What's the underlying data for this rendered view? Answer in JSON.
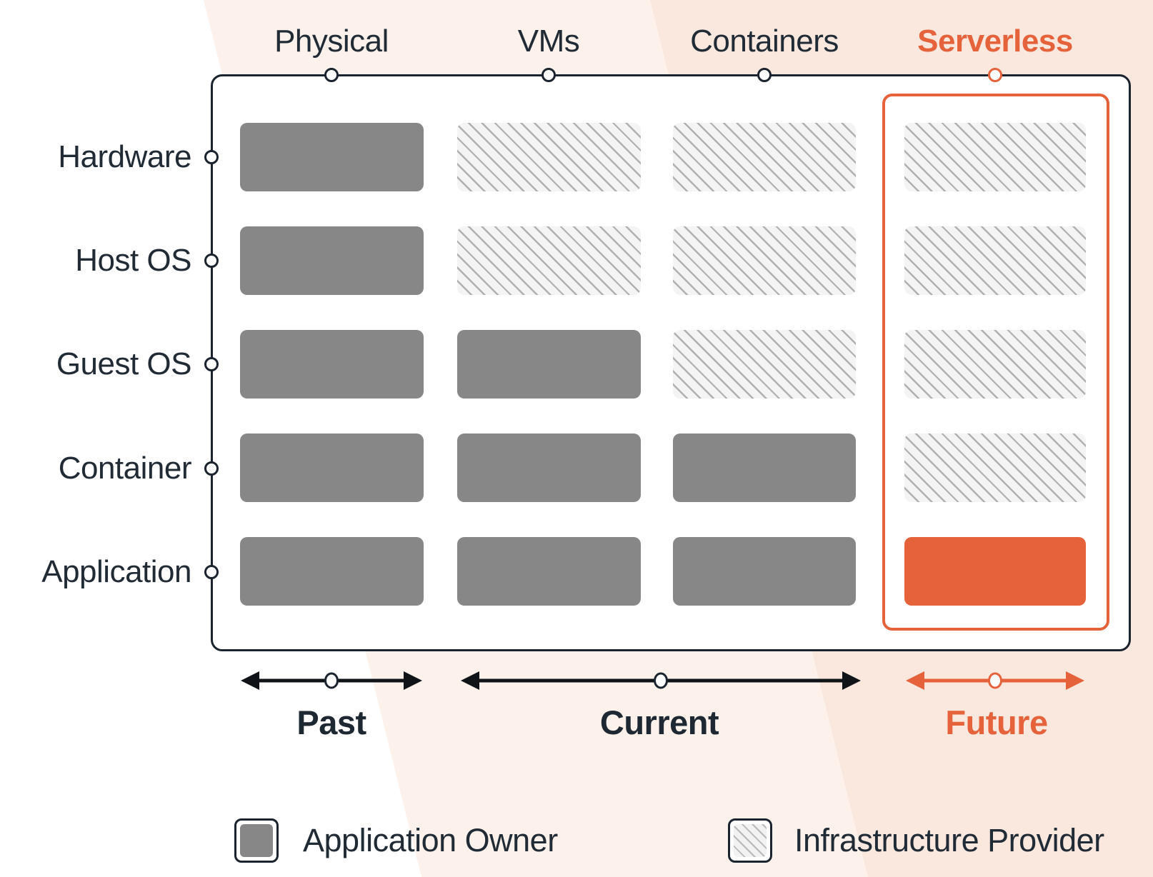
{
  "palette": {
    "dark": "#1A232E",
    "text": "#212B36",
    "orange": "#E5623A",
    "gray": "#878787",
    "hatch_line": "#B0B0B0",
    "hatch_bg": "#F4F4F4",
    "bg_pink_light": "#FCF1EB",
    "bg_pink_deep": "#FAE7DE"
  },
  "matrix": {
    "columns": [
      {
        "id": "physical",
        "label": "Physical",
        "highlight": false
      },
      {
        "id": "vms",
        "label": "VMs",
        "highlight": false
      },
      {
        "id": "containers",
        "label": "Containers",
        "highlight": false
      },
      {
        "id": "serverless",
        "label": "Serverless",
        "highlight": true
      }
    ],
    "rows": [
      {
        "id": "hardware",
        "label": "Hardware"
      },
      {
        "id": "host-os",
        "label": "Host OS"
      },
      {
        "id": "guest-os",
        "label": "Guest OS"
      },
      {
        "id": "container",
        "label": "Container"
      },
      {
        "id": "application",
        "label": "Application"
      }
    ],
    "cells": [
      [
        "owner",
        "provider",
        "provider",
        "provider"
      ],
      [
        "owner",
        "provider",
        "provider",
        "provider"
      ],
      [
        "owner",
        "owner",
        "provider",
        "provider"
      ],
      [
        "owner",
        "owner",
        "owner",
        "provider"
      ],
      [
        "owner",
        "owner",
        "owner",
        "owner-accent"
      ]
    ]
  },
  "timeline": {
    "items": [
      {
        "id": "past",
        "label": "Past",
        "accent": false
      },
      {
        "id": "current",
        "label": "Current",
        "accent": false
      },
      {
        "id": "future",
        "label": "Future",
        "accent": true
      }
    ]
  },
  "legend": {
    "items": [
      {
        "id": "application-owner",
        "label": "Application Owner",
        "swatch": "owner"
      },
      {
        "id": "infrastructure-provider",
        "label": "Infrastructure Provider",
        "swatch": "provider"
      }
    ]
  }
}
